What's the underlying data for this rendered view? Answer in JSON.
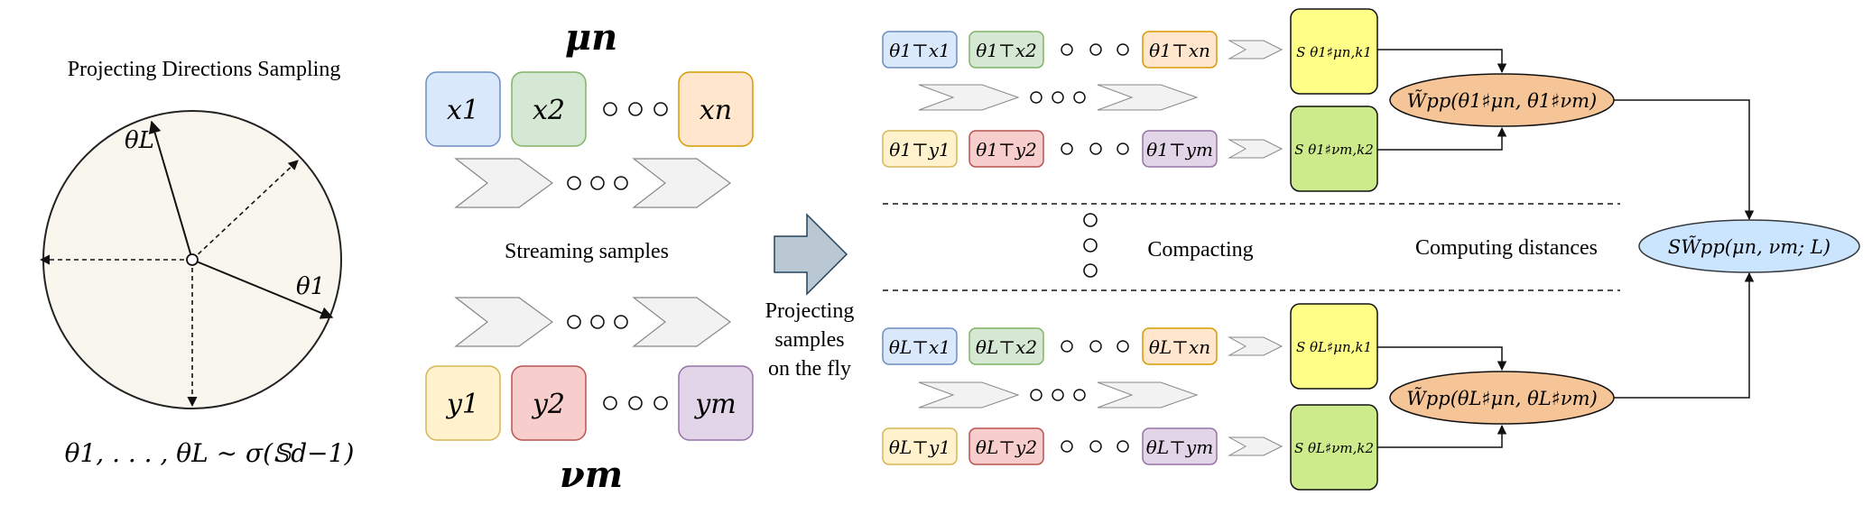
{
  "left_panel": {
    "title": "Projecting Directions Sampling",
    "theta_L": "θL",
    "theta_1": "θ1",
    "caption": "θ1, . . . , θL ∼ σ(𝕊d−1)"
  },
  "middle_panel": {
    "mu_label": "μn",
    "nu_label": "νm",
    "x_boxes": [
      "x1",
      "x2",
      "xn"
    ],
    "y_boxes": [
      "y1",
      "y2",
      "ym"
    ],
    "streaming_label": "Streaming samples",
    "projecting_label": [
      "Projecting",
      "samples",
      "on the fly"
    ]
  },
  "right_panel": {
    "row1_x": [
      "θ1⊤x1",
      "θ1⊤x2",
      "θ1⊤xn"
    ],
    "row1_y": [
      "θ1⊤y1",
      "θ1⊤y2",
      "θ1⊤ym"
    ],
    "rowL_x": [
      "θL⊤x1",
      "θL⊤x2",
      "θL⊤xn"
    ],
    "rowL_y": [
      "θL⊤y1",
      "θL⊤y2",
      "θL⊤ym"
    ],
    "s1_mu": "S θ1♯μn,k1",
    "s1_nu": "S θ1♯νm,k2",
    "sL_mu": "S θL♯μn,k1",
    "sL_nu": "S θL♯νm,k2",
    "w1": "W̃pp(θ1♯μn, θ1♯νm)",
    "wL": "W̃pp(θL♯μn, θL♯νm)",
    "compacting_label": "Compacting",
    "computing_label": "Computing distances",
    "final": "SW̃pp(μn, νm; L)"
  },
  "colors": {
    "blue": "#dae8fc",
    "blue_stroke": "#6c8ebf",
    "green": "#d5e8d4",
    "green_stroke": "#82b366",
    "orange": "#ffe6cc",
    "orange_stroke": "#d79b00",
    "yellow": "#fff2cc",
    "yellow_stroke": "#d6b656",
    "red": "#f8cecc",
    "red_stroke": "#b85450",
    "purple": "#e1d5e7",
    "purple_stroke": "#9673a6",
    "circle_fill": "#f9f7ed",
    "sketch_yellow": "#ffff88",
    "sketch_green": "#cdeb8b",
    "ellipse_orange": "#f5c497",
    "ellipse_blue": "#cce5ff",
    "arrow_grey": "#bac8d3"
  }
}
